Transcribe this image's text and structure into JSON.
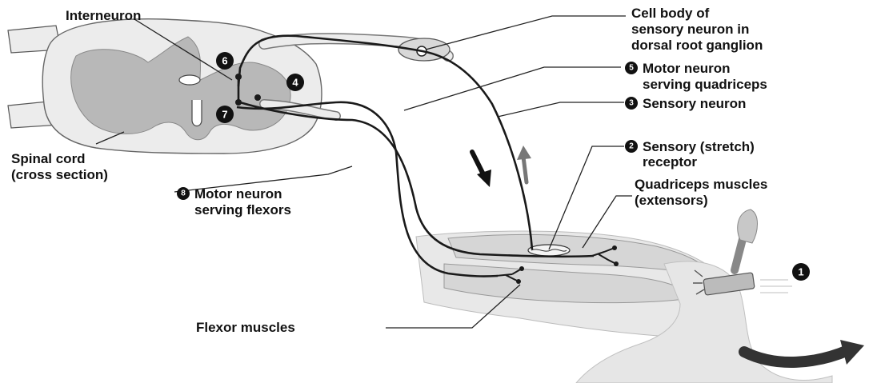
{
  "labels": {
    "interneuron": "Interneuron",
    "cell_body_line1": "Cell body of",
    "cell_body_line2": "sensory neuron in",
    "cell_body_line3": "dorsal root ganglion",
    "motor_quad_line1": "Motor neuron",
    "motor_quad_line2": "serving quadriceps",
    "sensory_neuron": "Sensory neuron",
    "receptor_line1": "Sensory (stretch)",
    "receptor_line2": "receptor",
    "quad_muscles_line1": "Quadriceps muscles",
    "quad_muscles_line2": "(extensors)",
    "spinal_cord_line1": "Spinal cord",
    "spinal_cord_line2": "(cross section)",
    "motor_flex_line1": "Motor neuron",
    "motor_flex_line2": "serving flexors",
    "flexor_muscles": "Flexor muscles"
  },
  "steps": {
    "s1": "1",
    "s2": "2",
    "s3": "3",
    "s4": "4",
    "s5": "5",
    "s6": "6",
    "s7": "7",
    "s8": "8"
  },
  "colors": {
    "gray_matter": "#b8b8b8",
    "white_matter": "#ececec",
    "muscle": "#d6d6d6",
    "leg": "#e8e8e8",
    "nerve": "#1a1a1a"
  }
}
